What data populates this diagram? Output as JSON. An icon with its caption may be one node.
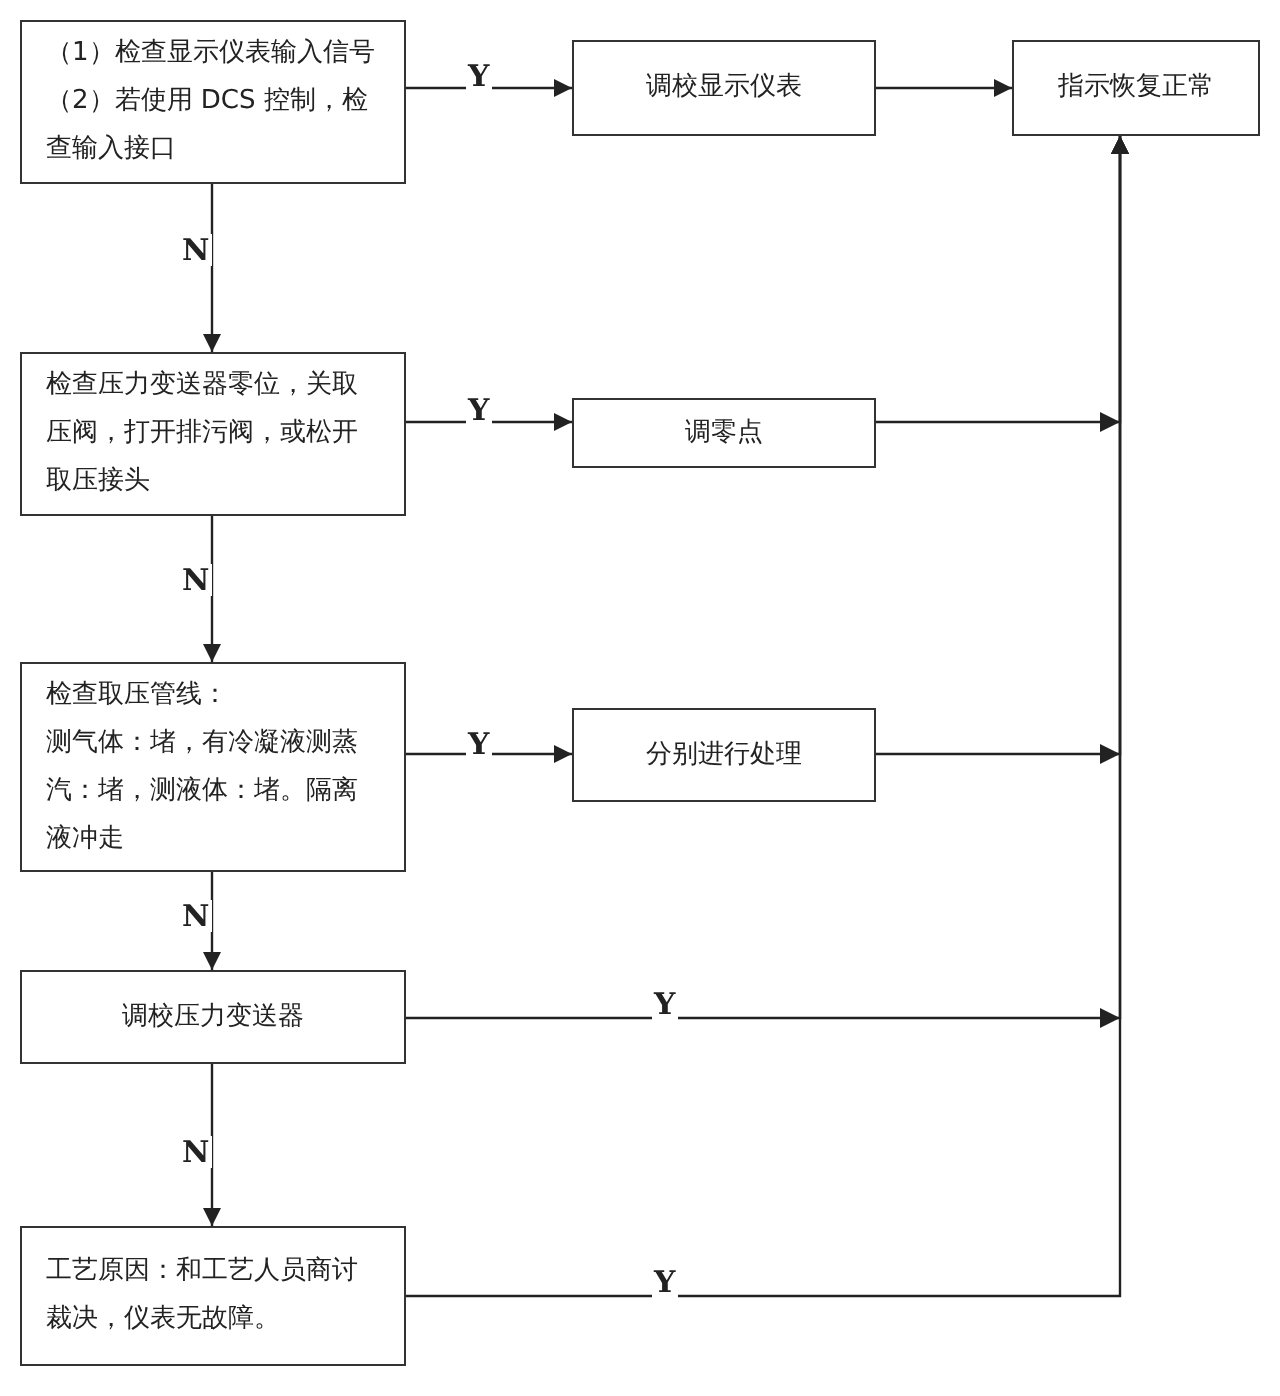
{
  "diagram": {
    "nodes": [
      {
        "text": [
          "（1）检查显示仪表输入信号",
          "（2）若使用 DCS 控制，检查输入接口"
        ]
      },
      {
        "text": [
          "调校显示仪表"
        ]
      },
      {
        "text": [
          "指示恢复正常"
        ]
      },
      {
        "text": [
          "检查压力变送器零位，关取压阀，打开排污阀，或松开取压接头"
        ]
      },
      {
        "text": [
          "调零点"
        ]
      },
      {
        "text": [
          "检查取压管线：",
          "测气体：堵，有冷凝液测蒸汽：堵，测液体：堵。隔离液冲走"
        ]
      },
      {
        "text": [
          "分别进行处理"
        ]
      },
      {
        "text": [
          "调校压力变送器"
        ]
      },
      {
        "text": [
          "工艺原因：和工艺人员商讨裁决，仪表无故障。"
        ]
      }
    ],
    "edges": [
      {
        "from": 0,
        "to": 1,
        "arrow": "to",
        "label": "Y"
      },
      {
        "from": 1,
        "to": 2,
        "arrow": "to"
      },
      {
        "from": 0,
        "to": 3,
        "arrow": "to",
        "label": "N"
      },
      {
        "from": 3,
        "to": 4,
        "arrow": "to",
        "label": "Y"
      },
      {
        "from": 4,
        "to": 2,
        "arrow": "to"
      },
      {
        "from": 3,
        "to": 5,
        "arrow": "to",
        "label": "N"
      },
      {
        "from": 5,
        "to": 6,
        "arrow": "to",
        "label": "Y"
      },
      {
        "from": 6,
        "to": 2,
        "arrow": "to"
      },
      {
        "from": 5,
        "to": 7,
        "arrow": "to",
        "label": "N"
      },
      {
        "from": 7,
        "to": 2,
        "arrow": "to",
        "label": "Y"
      },
      {
        "from": 7,
        "to": 8,
        "arrow": "to",
        "label": "N"
      },
      {
        "from": 8,
        "to": 2,
        "arrow": "to",
        "label": "Y"
      }
    ]
  }
}
